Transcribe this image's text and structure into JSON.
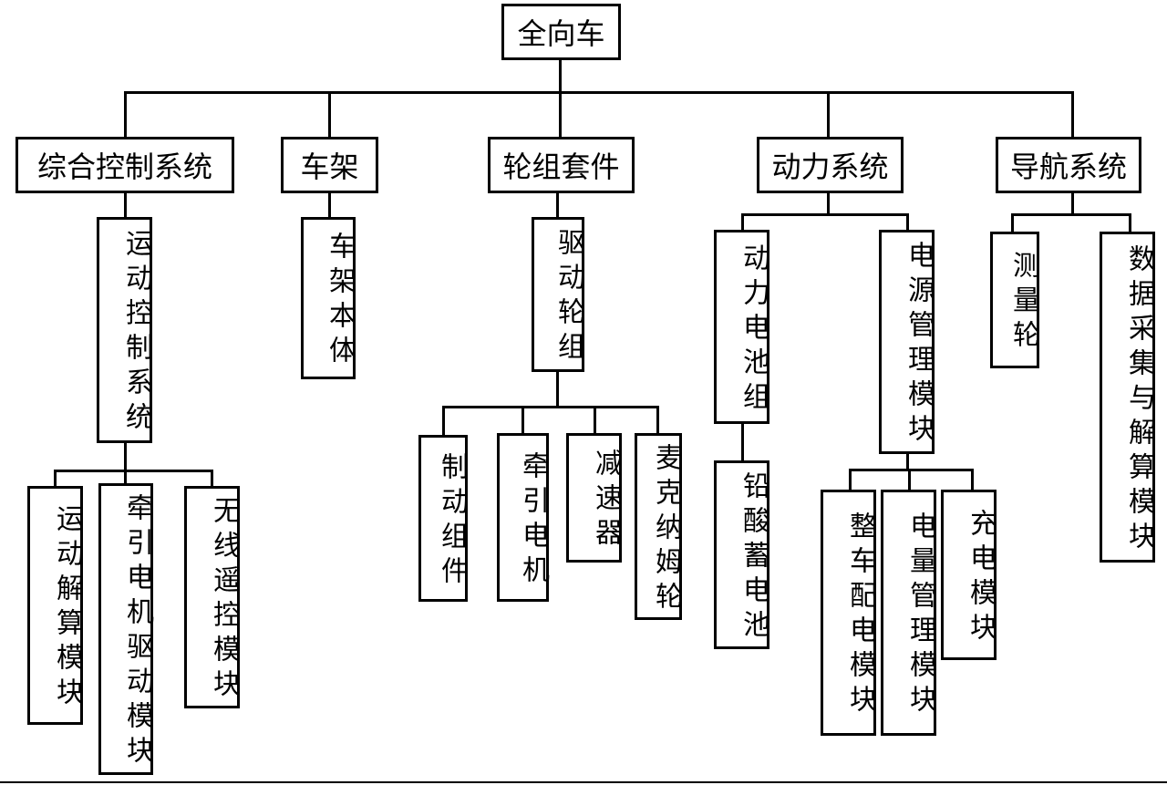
{
  "root": "全向车",
  "categories": {
    "control": "综合控制系统",
    "frame": "车架",
    "wheel": "轮组套件",
    "power": "动力系统",
    "nav": "导航系统"
  },
  "level2": {
    "motion_control": "运动控制系统",
    "frame_body": "车架本体",
    "drive_wheel": "驱动轮组",
    "power_battery": "动力电池组",
    "power_mgmt": "电源管理模块",
    "measure_wheel": "测量轮",
    "data_module": "数据采集与解算模块"
  },
  "level3": {
    "motion_solve": "运动解算模块",
    "traction_drive": "牵引电机驱动模块",
    "wireless_remote": "无线遥控模块",
    "brake": "制动组件",
    "traction_motor": "牵引电机",
    "reducer": "减速器",
    "mecanum": "麦克纳姆轮",
    "lead_acid": "铅酸蓄电池",
    "vehicle_power": "整车配电模块",
    "energy_mgmt": "电量管理模块",
    "charge": "充电模块"
  }
}
